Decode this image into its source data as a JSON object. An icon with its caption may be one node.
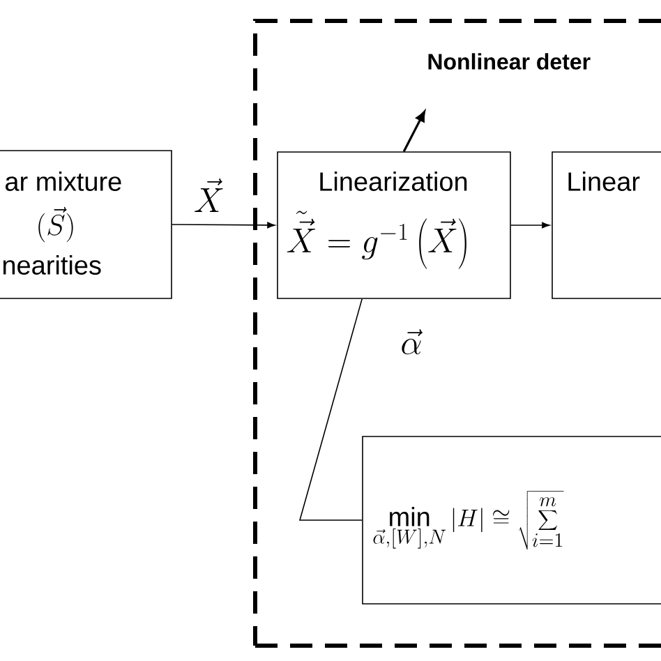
{
  "diagram": {
    "nodes": [
      {
        "text": [
          "ar mixture",
          "(\\vec{S})",
          "nearities"
        ]
      },
      {
        "text": [
          "Nonlinear deter"
        ]
      },
      {
        "text": [
          "Linearization",
          "\\tilde{\\vec{X}} = g^{-1}\\left(\\vec{X}\\right)"
        ],
        "in": 1
      },
      {
        "text": [
          "Linear"
        ],
        "in": 1
      },
      {
        "text": [
          "\\min_{\\vec{\\alpha},[W],N}\\left|H\\right|\\cong\\sqrt{\\sum_{i=1}^{m}}"
        ],
        "in": 1
      }
    ],
    "edges": [
      {
        "from": 0,
        "to": 2,
        "arrow": "to",
        "label": "\\vec{X}"
      },
      {
        "from": 2,
        "to": 3,
        "arrow": "to"
      },
      {
        "from": 2,
        "to": null,
        "arrow": "to"
      },
      {
        "from": 2,
        "to": 4,
        "arrow": "none",
        "label": "\\vec{\\alpha}"
      }
    ]
  }
}
